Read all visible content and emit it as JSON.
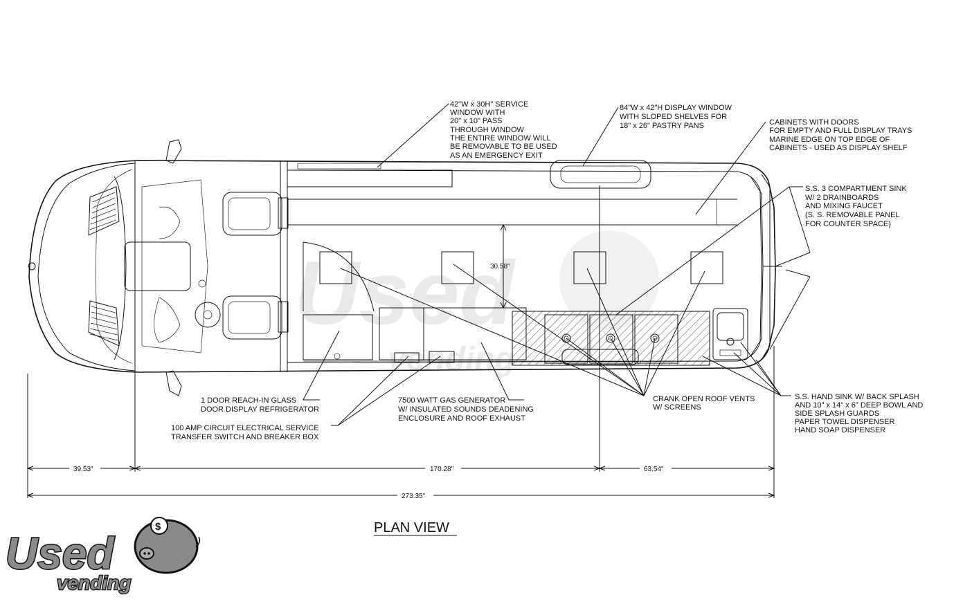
{
  "title": "PLAN VIEW",
  "brand": {
    "used": "Used",
    "vending": "vending",
    "dollar": "$"
  },
  "colors": {
    "line": "#111111",
    "logo_fill": "#8a8a8a",
    "watermark": "#d8d8d8",
    "background": "#ffffff"
  },
  "callouts": {
    "service_window": [
      "42\"W x 30H\" SERVICE",
      "WINDOW WITH",
      "20\" x 10\" PASS",
      "THROUGH WINDOW",
      "THE ENTIRE WINDOW WILL",
      "BE REMOVABLE TO BE USED",
      "AS AN EMERGENCY EXIT"
    ],
    "display_window": [
      "84\"W x 42\"H DISPLAY WINDOW",
      "WITH SLOPED SHELVES FOR",
      "18\" x 26\" PASTRY PANS"
    ],
    "cabinets": [
      "CABINETS WITH DOORS",
      "FOR EMPTY AND FULL DISPLAY TRAYS",
      "MARINE EDGE ON TOP EDGE OF",
      "CABINETS - USED AS DISPLAY SHELF"
    ],
    "sink3": [
      "S.S. 3 COMPARTMENT SINK",
      "W/ 2 DRAINBOARDS",
      "AND MIXING FAUCET",
      "(S. S. REMOVABLE PANEL",
      "FOR COUNTER SPACE)"
    ],
    "refrigerator": [
      "1 DOOR REACH-IN GLASS",
      "DOOR DISPLAY REFRIGERATOR"
    ],
    "generator": [
      "7500 WATT GAS GENERATOR",
      "W/ INSULATED SOUNDS DEADENING",
      "ENCLOSURE AND ROOF EXHAUST"
    ],
    "roof_vents": [
      "CRANK OPEN ROOF VENTS",
      "W/ SCREENS"
    ],
    "hand_sink": [
      "S.S. HAND SINK W/ BACK SPLASH",
      "AND 10\" x 14\" x 6\" DEEP BOWL AND",
      "SIDE SPLASH GUARDS",
      "PAPER TOWEL DISPENSER",
      "HAND SOAP DISPENSER"
    ],
    "electrical": [
      "100 AMP CIRCUIT ELECTRICAL SERVICE",
      "TRANSFER SWITCH AND BREAKER BOX"
    ]
  },
  "dimensions": {
    "front": "39.53\"",
    "middle": "170.28\"",
    "rear": "63.54\"",
    "overall": "273.35\"",
    "interior_width": "30.58\""
  }
}
